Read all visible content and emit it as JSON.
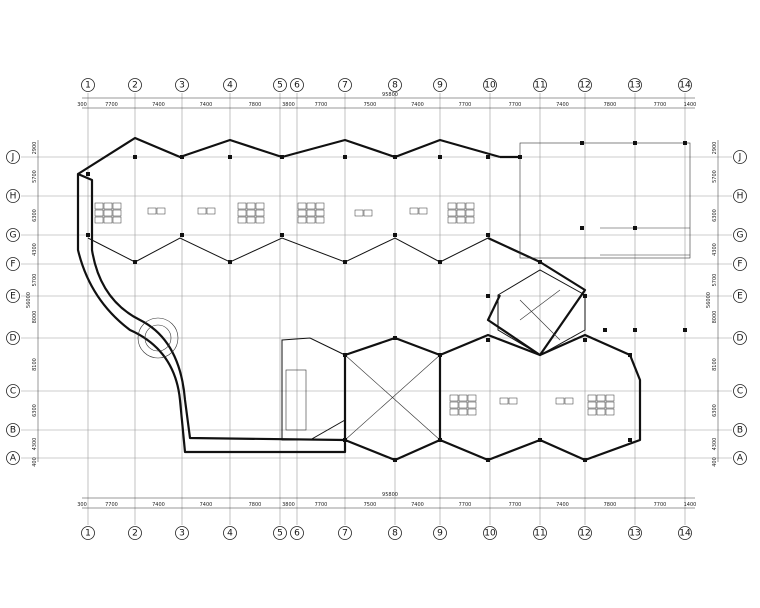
{
  "drawing": {
    "axis_numbers": [
      "1",
      "2",
      "3",
      "4",
      "5",
      "6",
      "7",
      "8",
      "9",
      "10",
      "11",
      "12",
      "13",
      "14"
    ],
    "axis_letters": [
      "J",
      "H",
      "G",
      "F",
      "E",
      "D",
      "C",
      "B",
      "A"
    ],
    "top_dims": [
      "300",
      "7700",
      "7400",
      "7400",
      "7800",
      "3800",
      "7700",
      "7500",
      "7400",
      "7700",
      "7700",
      "7400",
      "7800",
      "7700",
      "1400"
    ],
    "top_total": "95800",
    "bottom_dims": [
      "300",
      "7700",
      "7400",
      "7400",
      "7800",
      "3800",
      "7700",
      "7500",
      "7400",
      "7700",
      "7700",
      "7400",
      "7800",
      "7700",
      "1400"
    ],
    "bottom_total": "95800",
    "left_dims": [
      "2900",
      "5700",
      "6300",
      "4300",
      "5700",
      "8000",
      "8100",
      "6300",
      "4300",
      "400"
    ],
    "left_total": "56000",
    "right_dims": [
      "2900",
      "5700",
      "6300",
      "4300",
      "5700",
      "8000",
      "8100",
      "6300",
      "4300",
      "400"
    ],
    "right_total": "56000"
  }
}
